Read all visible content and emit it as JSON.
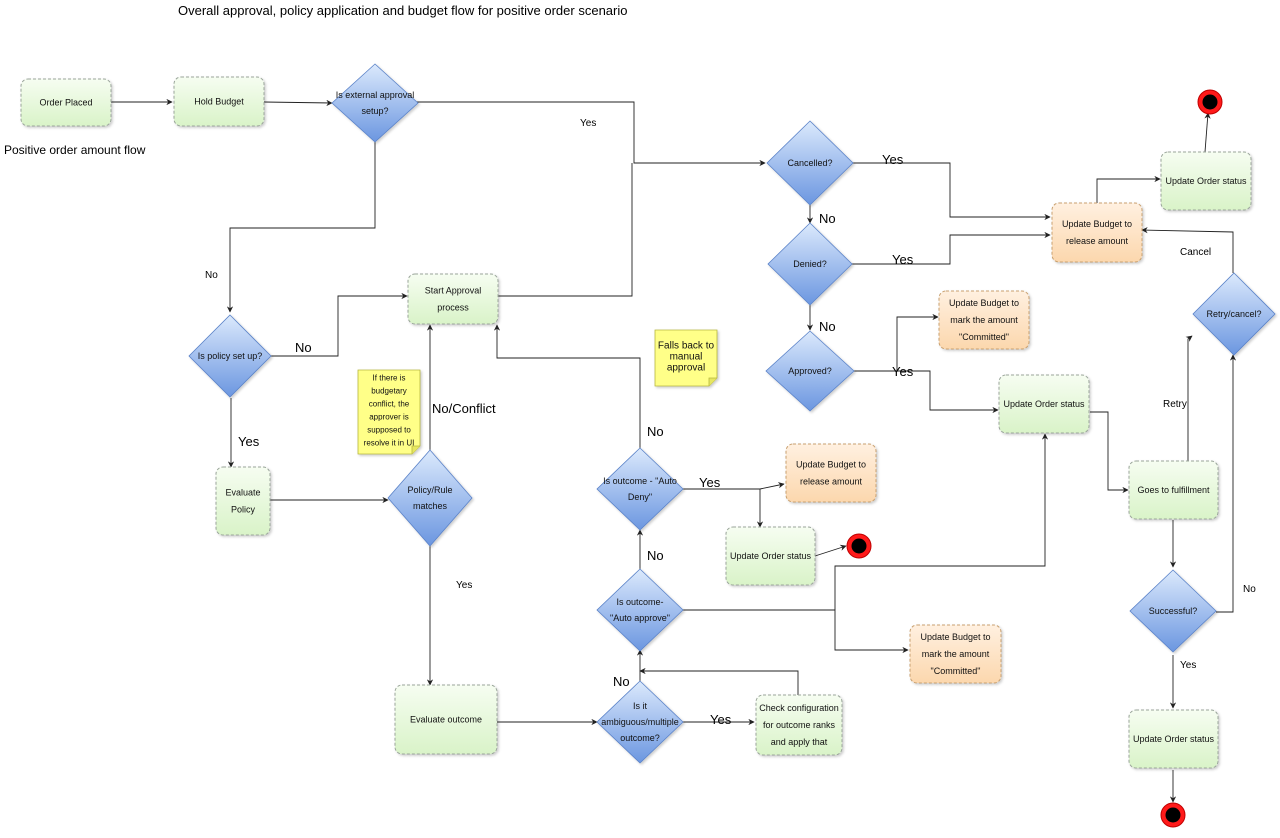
{
  "title": "Overall approval, policy application and budget flow for positive order scenario",
  "side_label": "Positive order amount flow",
  "nodes": {
    "order_placed": "Order Placed",
    "hold_budget": "Hold Budget",
    "is_external_approval": [
      "Is external approval",
      "setup?"
    ],
    "is_policy_setup": "Is policy set up?",
    "evaluate_policy": [
      "Evaluate",
      "Policy"
    ],
    "start_approval": [
      "Start Approval",
      "process"
    ],
    "policy_rule_matches": [
      "Policy/Rule",
      "matches"
    ],
    "evaluate_outcome": "Evaluate outcome",
    "is_ambiguous": [
      "Is it",
      "ambiguous/multiple",
      "outcome?"
    ],
    "check_configuration": [
      "Check configuration",
      "for outcome ranks",
      "and apply that"
    ],
    "is_auto_approve": [
      "Is outcome-",
      "\"Auto approve\""
    ],
    "is_auto_deny": [
      "Is outcome - \"Auto",
      "Deny\""
    ],
    "budget_release_mid": [
      "Update Budget to",
      "release amount"
    ],
    "order_status_mid": "Update Order status",
    "budget_committed_low": [
      "Update Budget to",
      "mark the amount",
      "\"Committed\""
    ],
    "cancelled": "Cancelled?",
    "denied": "Denied?",
    "approved": "Approved?",
    "budget_release_top": [
      "Update Budget to",
      "release amount"
    ],
    "order_status_top": "Update Order status",
    "budget_committed_top": [
      "Update Budget to",
      "mark the amount",
      "\"Committed\""
    ],
    "order_status_right": "Update Order status",
    "goes_to_fulfillment": "Goes to fulfillment",
    "retry_cancel": "Retry/cancel?",
    "successful": "Successful?",
    "order_status_bottom": "Update Order status"
  },
  "edge_labels": {
    "yes_external": "Yes",
    "no_external": "No",
    "no_policy": "No",
    "yes_policy": "Yes",
    "no_conflict": "No/Conflict",
    "yes_rule": "Yes",
    "yes_ambiguous": "Yes",
    "no_ambiguous": "No",
    "no_auto_approve": "No",
    "yes_auto_deny": "Yes",
    "no_auto_deny": "No",
    "yes_cancelled": "Yes",
    "no_cancelled": "No",
    "yes_denied": "Yes",
    "no_denied": "No",
    "yes_approved": "Yes",
    "cancel": "Cancel",
    "retry": "Retry",
    "no_successful": "No",
    "yes_successful": "Yes"
  },
  "notes": {
    "conflict_note": [
      "If there is",
      "budgetary",
      "conflict, the",
      "approver is",
      "supposed to",
      "resolve it in UI"
    ],
    "fallback_note": [
      "Falls back to",
      "manual",
      "approval"
    ]
  },
  "colors": {
    "process_fill": "#e8f8df",
    "budget_fill": "#fde3c7",
    "decision_top": "#d6e6fb",
    "decision_bottom": "#6f9ae3",
    "note_fill": "#ffff88",
    "terminal": "#ff1a1a"
  }
}
